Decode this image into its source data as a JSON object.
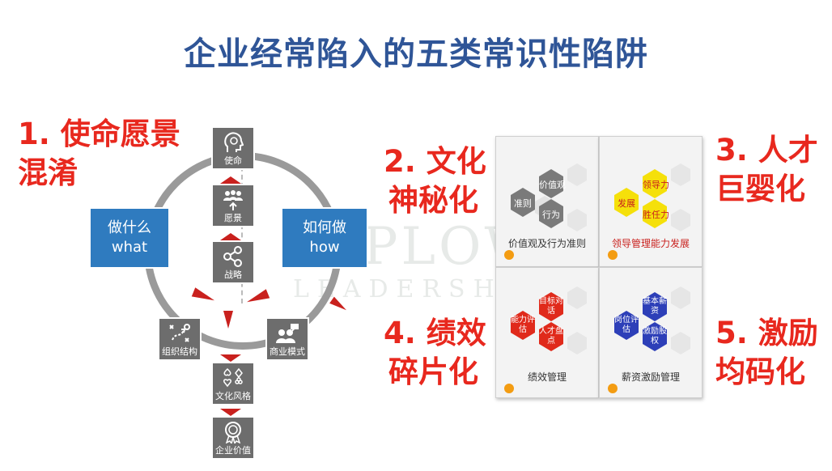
{
  "title": "企业经常陷入的五类常识性陷阱",
  "traps": [
    {
      "number": "1.",
      "line1": "使命愿景",
      "line2": "混淆"
    },
    {
      "number": "2.",
      "line1": "文化",
      "line2": "神秘化"
    },
    {
      "number": "3.",
      "line1": "人才",
      "line2": "巨婴化"
    },
    {
      "number": "4.",
      "line1": "绩效",
      "line2": "碎片化"
    },
    {
      "number": "5.",
      "line1": "激励",
      "line2": "均码化"
    }
  ],
  "diagram": {
    "left_box": {
      "line1": "做什么",
      "line2": "what"
    },
    "right_box": {
      "line1": "如何做",
      "line2": "how"
    },
    "tiles": [
      "使命",
      "愿景",
      "战略",
      "组织结构",
      "商业模式",
      "文化风格",
      "企业价值"
    ]
  },
  "cards": [
    {
      "hexes": [
        "价值观",
        "准则",
        "行为"
      ],
      "caption": "价值观及行为准则",
      "color": "#7a7a7a",
      "caption_color": "#333333"
    },
    {
      "hexes": [
        "领导力",
        "发展",
        "胜任力"
      ],
      "caption": "领导管理能力发展",
      "color": "#f5e00a",
      "caption_color": "#c9211e"
    },
    {
      "hexes": [
        "目标对话",
        "能力评估",
        "人才盘点"
      ],
      "caption": "绩效管理",
      "color": "#e02a1b",
      "caption_color": "#333333"
    },
    {
      "hexes": [
        "基本薪资",
        "岗位评估",
        "激励股权"
      ],
      "caption": "薪资激励管理",
      "color": "#2d3fb8",
      "caption_color": "#333333"
    }
  ],
  "watermark": {
    "line1": "TAPLOW",
    "line2": "LEADERSHIP"
  },
  "colors": {
    "title": "#2f5597",
    "accent_red": "#e8281e",
    "tile_gray": "#6d6d6d",
    "box_blue": "#2f7bbf"
  }
}
